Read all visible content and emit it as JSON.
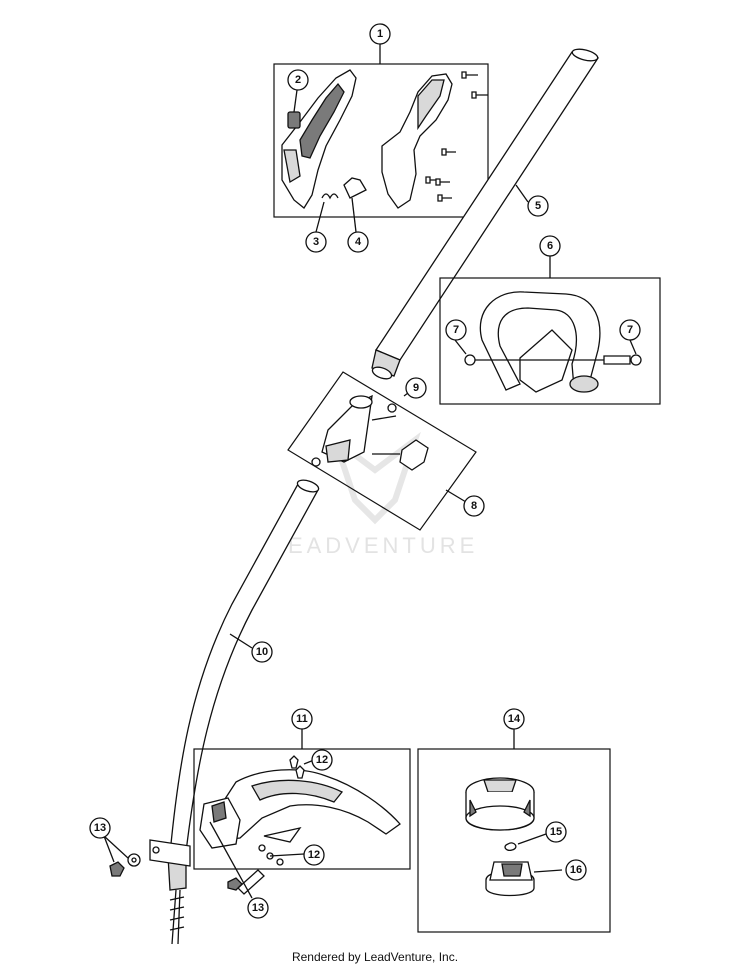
{
  "watermark": "LEADVENTURE",
  "footer": "Rendered by LeadVenture, Inc.",
  "callouts": [
    "1",
    "2",
    "3",
    "4",
    "5",
    "6",
    "7",
    "7",
    "8",
    "9",
    "10",
    "11",
    "12",
    "12",
    "13",
    "13",
    "14",
    "15",
    "16"
  ]
}
